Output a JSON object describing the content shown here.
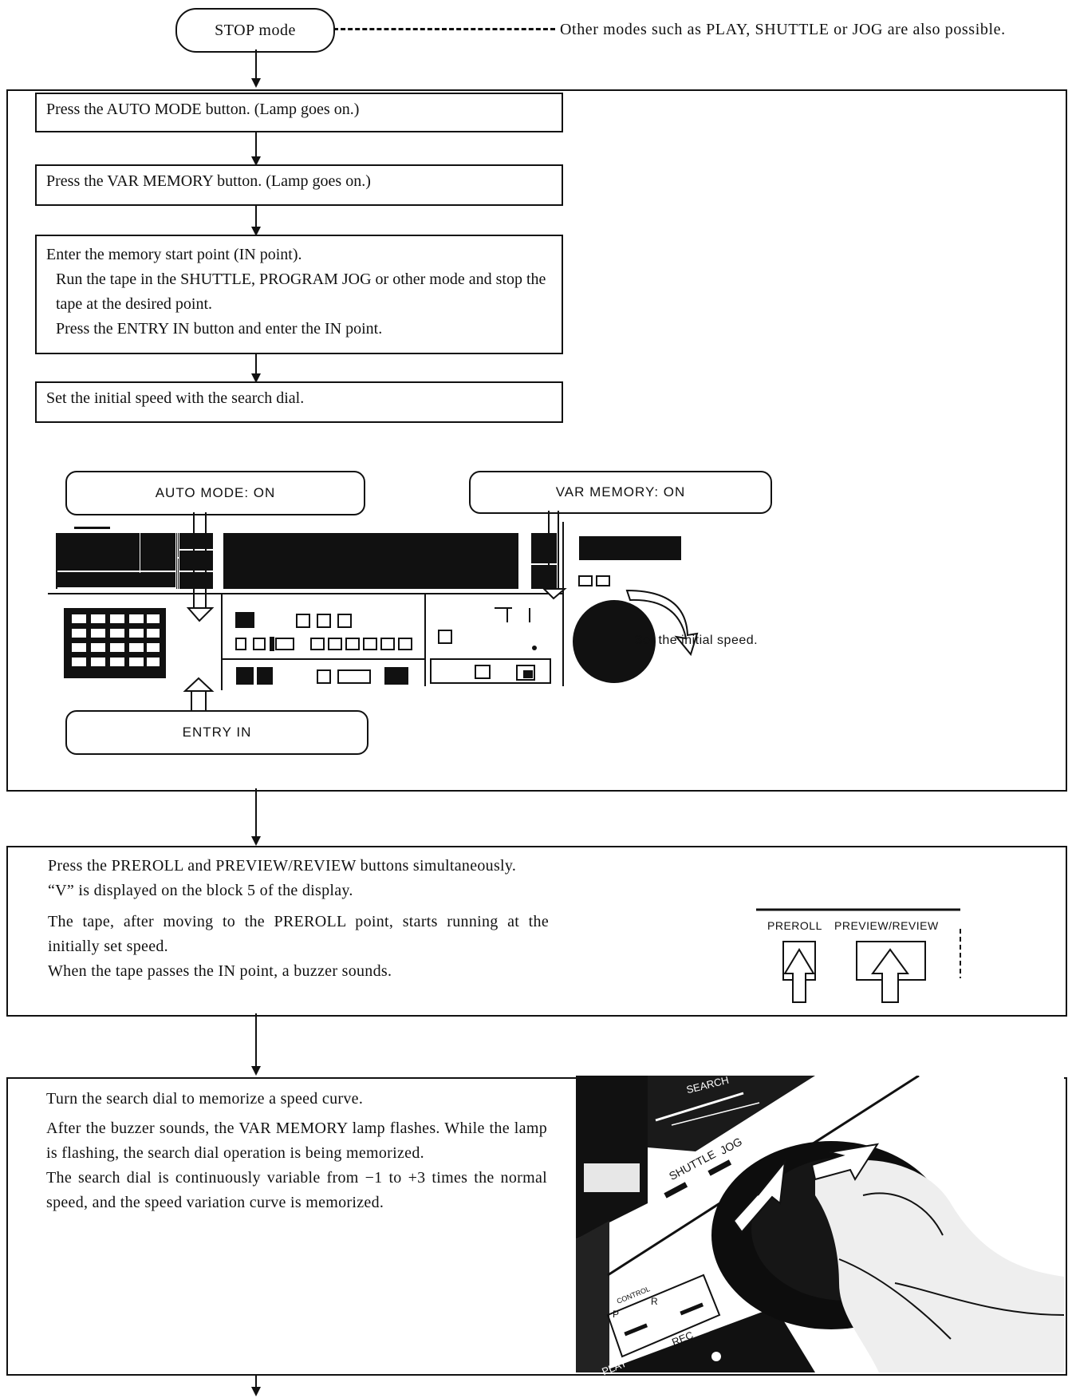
{
  "start": {
    "label": "STOP mode",
    "note": "Other modes such as PLAY, SHUTTLE or JOG are also possible."
  },
  "section1": {
    "steps": [
      "Press the AUTO MODE button. (Lamp goes on.)",
      "Press the VAR MEMORY button. (Lamp goes on.)"
    ],
    "entry": {
      "line1": "Enter the memory start point (IN point).",
      "line2": "Run the tape in the SHUTTLE, PROGRAM JOG or other mode and stop the tape at the desired point.",
      "line3": "Press the ENTRY IN button and enter the IN point."
    },
    "speed_step": "Set the initial speed with the search dial.",
    "diagram": {
      "auto_mode_callout": "AUTO MODE: ON",
      "var_memory_callout": "VAR MEMORY: ON",
      "entry_in_callout": "ENTRY IN",
      "initial_speed_label": "Set the initial speed."
    }
  },
  "section2": {
    "p1": "Press the PREROLL and PREVIEW/REVIEW buttons simultaneously.",
    "p2": "“V” is displayed on the block 5 of the display.",
    "p3": "The tape, after moving to the PREROLL point, starts running at the initially set speed.",
    "p4": "When the tape passes the IN point, a buzzer sounds.",
    "buttons": {
      "preroll": "PREROLL",
      "preview_review": "PREVIEW/REVIEW"
    }
  },
  "section3": {
    "p1": "Turn the search dial to memorize a speed curve.",
    "p2": "After the buzzer sounds, the VAR MEMORY lamp flashes. While the lamp is flashing, the search dial operation is being memorized.",
    "p3": "The search dial is continuously variable from −1 to +3 times the normal speed, and the speed variation curve is memorized.",
    "photo_labels": {
      "search": "SEARCH",
      "shuttle": "SHUTTLE",
      "jog": "JOG",
      "control": "CONTROL",
      "p": "P",
      "r": "R",
      "play": "PLAY",
      "rec": "REC"
    }
  }
}
